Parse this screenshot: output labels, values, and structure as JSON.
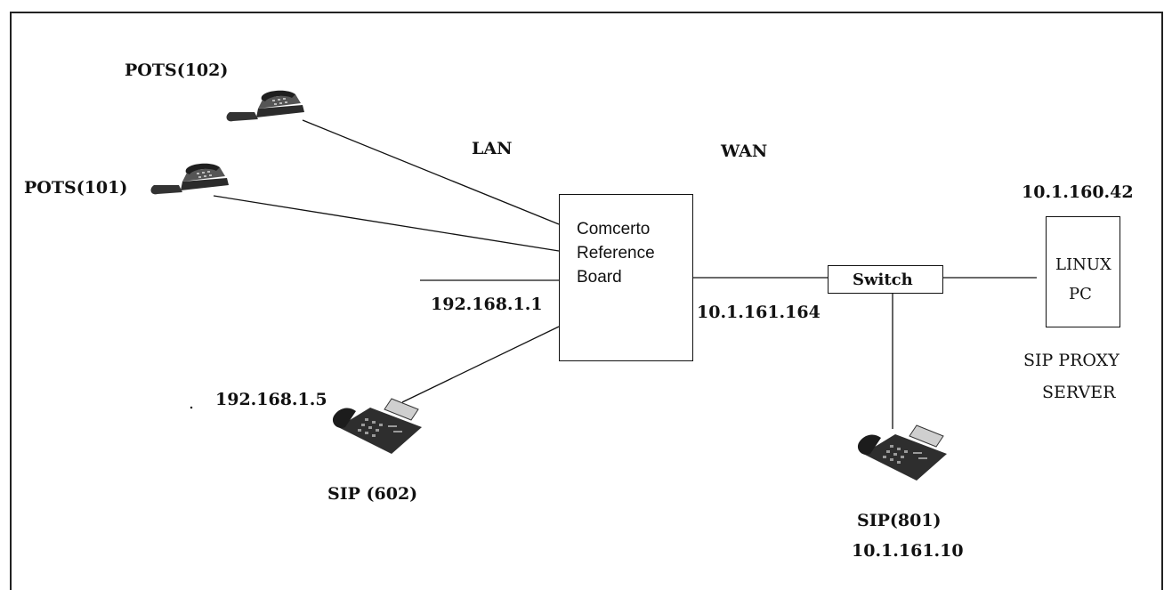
{
  "phones": {
    "pots102": {
      "label": "POTS(102)"
    },
    "pots101": {
      "label": "POTS(101)"
    },
    "sip602": {
      "label": "SIP (602)",
      "ip": "192.168.1.5"
    },
    "sip801": {
      "label": "SIP(801)",
      "ip": "10.1.161.10"
    }
  },
  "segments": {
    "lan": "LAN",
    "wan": "WAN"
  },
  "board": {
    "line1": "Comcerto",
    "line2": "Reference",
    "line3": "Board",
    "lan_ip": "192.168.1.1",
    "wan_ip": "10.1.161.164"
  },
  "switch": {
    "label": "Switch"
  },
  "server": {
    "ip": "10.1.160.42",
    "line1": "LINUX",
    "line2": "PC",
    "role_line1": "SIP PROXY",
    "role_line2": "SERVER"
  },
  "stray_mark": "."
}
